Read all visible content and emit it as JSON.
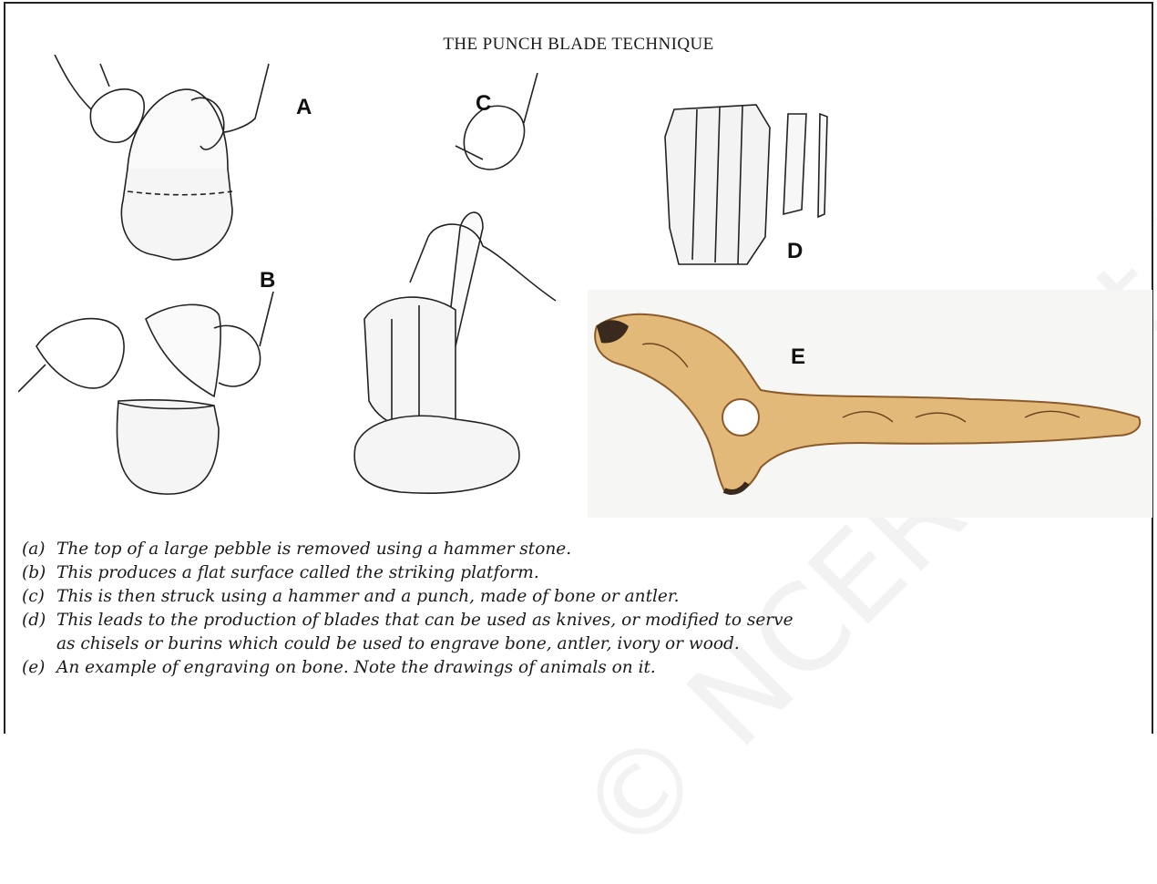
{
  "title": "THE PUNCH BLADE TECHNIQUE",
  "watermark": "© NCERT not to be republished",
  "figures": {
    "a": {
      "label": "A"
    },
    "b": {
      "label": "B"
    },
    "c": {
      "label": "C"
    },
    "d": {
      "label": "D"
    },
    "e": {
      "label": "E"
    }
  },
  "captions": [
    {
      "letter": "(a)",
      "text": "The top of a large pebble is removed using a hammer stone."
    },
    {
      "letter": "(b)",
      "text": "This produces a flat surface called the striking platform."
    },
    {
      "letter": "(c)",
      "text": "This is then struck using a hammer and a punch, made of bone or antler."
    },
    {
      "letter": "(d)",
      "text": "This leads to the production of blades that can be used as knives, or modified to serve as chisels or burins which could be used to engrave bone, antler, ivory or wood."
    },
    {
      "letter": "(e)",
      "text": "An example of engraving on bone. Note the drawings of animals on it."
    }
  ],
  "colors": {
    "bone": "#e2b979",
    "bone_dark": "#8a5a2b",
    "ink": "#222222"
  }
}
